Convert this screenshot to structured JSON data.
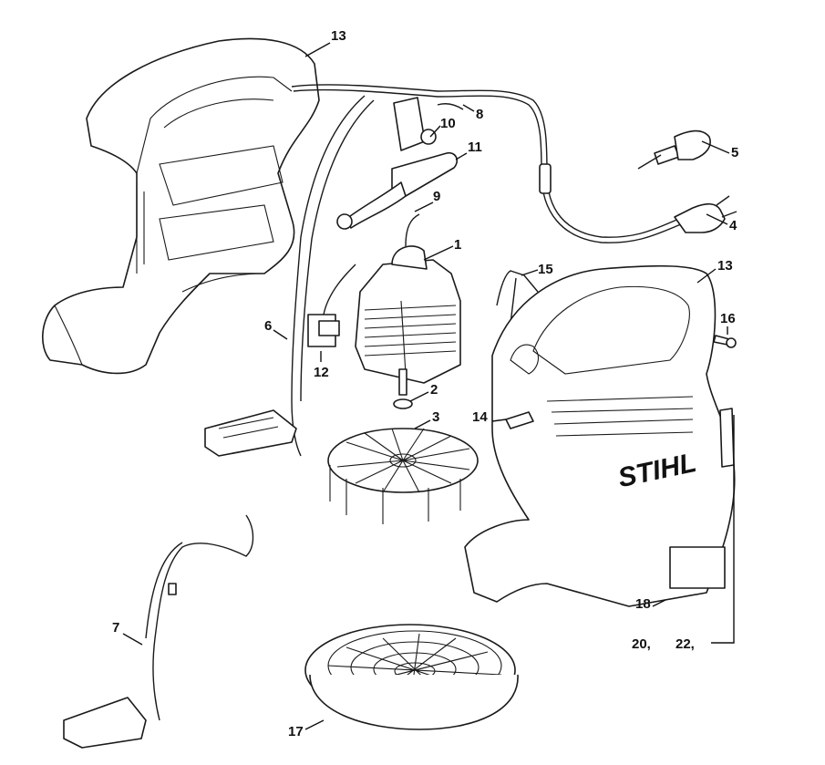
{
  "diagram": {
    "type": "exploded-parts-view",
    "brand_logo": "STIHL",
    "callouts": [
      {
        "id": "c13a",
        "label": "13"
      },
      {
        "id": "c8",
        "label": "8"
      },
      {
        "id": "c10",
        "label": "10"
      },
      {
        "id": "c11",
        "label": "11"
      },
      {
        "id": "c9",
        "label": "9"
      },
      {
        "id": "c1",
        "label": "1"
      },
      {
        "id": "c5",
        "label": "5"
      },
      {
        "id": "c4",
        "label": "4"
      },
      {
        "id": "c15",
        "label": "15"
      },
      {
        "id": "c13b",
        "label": "13"
      },
      {
        "id": "c16",
        "label": "16"
      },
      {
        "id": "c6",
        "label": "6"
      },
      {
        "id": "c12",
        "label": "12"
      },
      {
        "id": "c2",
        "label": "2"
      },
      {
        "id": "c3",
        "label": "3"
      },
      {
        "id": "c14",
        "label": "14"
      },
      {
        "id": "c7",
        "label": "7"
      },
      {
        "id": "c18",
        "label": "18"
      },
      {
        "id": "c20",
        "label": "20,"
      },
      {
        "id": "c22",
        "label": "22,"
      },
      {
        "id": "c17",
        "label": "17"
      }
    ]
  }
}
